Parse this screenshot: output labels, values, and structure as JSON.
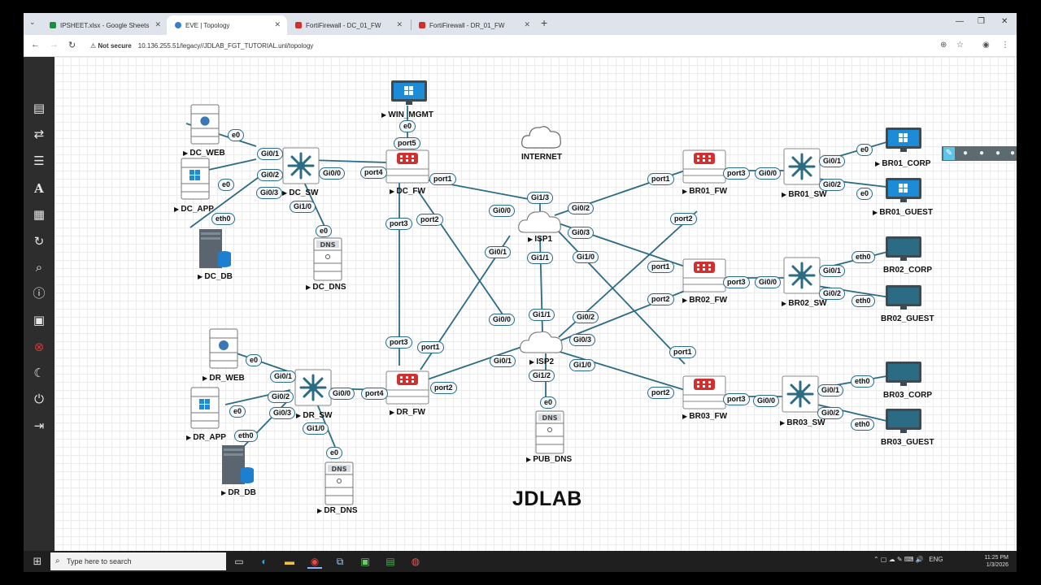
{
  "browser": {
    "tabs": [
      {
        "label": "IPSHEET.xlsx - Google Sheets",
        "icon": "sheets-icon",
        "color": "#1e8e3e",
        "active": false
      },
      {
        "label": "EVE | Topology",
        "icon": "eve-icon",
        "color": "#3a7bd5",
        "active": true
      },
      {
        "label": "FortiFirewall - DC_01_FW",
        "icon": "forti-icon",
        "color": "#d32f2f",
        "active": false
      },
      {
        "label": "FortiFirewall - DR_01_FW",
        "icon": "forti-icon",
        "color": "#d32f2f",
        "active": false
      }
    ],
    "close_glyph": "✕",
    "new_tab_glyph": "+",
    "security_label": "⚠ Not secure",
    "url": "10.136.255.51/legacy//JDLAB_FGT_TUTORIAL.unl/topology"
  },
  "topology": {
    "watermark": "JDLAB",
    "nodes": [
      {
        "id": "win_mgmt",
        "label": "WIN_MGMT",
        "type": "monitor"
      },
      {
        "id": "internet",
        "label": "INTERNET",
        "type": "cloud"
      },
      {
        "id": "dc_web",
        "label": "DC_WEB",
        "type": "server-web"
      },
      {
        "id": "dc_app",
        "label": "DC_APP",
        "type": "server-app"
      },
      {
        "id": "dc_db",
        "label": "DC_DB",
        "type": "server-db"
      },
      {
        "id": "dc_sw",
        "label": "DC_SW",
        "type": "switch"
      },
      {
        "id": "dc_dns",
        "label": "DC_DNS",
        "type": "server-dns"
      },
      {
        "id": "dc_fw",
        "label": "DC_FW",
        "type": "firewall"
      },
      {
        "id": "isp1",
        "label": "ISP1",
        "type": "cloud"
      },
      {
        "id": "isp2",
        "label": "ISP2",
        "type": "cloud"
      },
      {
        "id": "pub_dns",
        "label": "PUB_DNS",
        "type": "server-dns"
      },
      {
        "id": "dr_web",
        "label": "DR_WEB",
        "type": "server-web"
      },
      {
        "id": "dr_app",
        "label": "DR_APP",
        "type": "server-app"
      },
      {
        "id": "dr_db",
        "label": "DR_DB",
        "type": "server-db"
      },
      {
        "id": "dr_sw",
        "label": "DR_SW",
        "type": "switch"
      },
      {
        "id": "dr_dns",
        "label": "DR_DNS",
        "type": "server-dns"
      },
      {
        "id": "dr_fw",
        "label": "DR_FW",
        "type": "firewall"
      },
      {
        "id": "br01_fw",
        "label": "BR01_FW",
        "type": "firewall"
      },
      {
        "id": "br01_sw",
        "label": "BR01_SW",
        "type": "switch"
      },
      {
        "id": "br01_corp",
        "label": "BR01_CORP",
        "type": "monitor"
      },
      {
        "id": "br01_guest",
        "label": "BR01_GUEST",
        "type": "monitor"
      },
      {
        "id": "br02_fw",
        "label": "BR02_FW",
        "type": "firewall"
      },
      {
        "id": "br02_sw",
        "label": "BR02_SW",
        "type": "switch"
      },
      {
        "id": "br02_corp",
        "label": "BR02_CORP",
        "type": "monitor-off"
      },
      {
        "id": "br02_guest",
        "label": "BR02_GUEST",
        "type": "monitor-off"
      },
      {
        "id": "br03_fw",
        "label": "BR03_FW",
        "type": "firewall"
      },
      {
        "id": "br03_sw",
        "label": "BR03_SW",
        "type": "switch"
      },
      {
        "id": "br03_corp",
        "label": "BR03_CORP",
        "type": "monitor-off"
      },
      {
        "id": "br03_guest",
        "label": "BR03_GUEST",
        "type": "monitor-off"
      }
    ],
    "ports": [
      "e0",
      "Gi0/1",
      "Gi0/2",
      "e0",
      "Gi0/3",
      "Gi0/0",
      "eth0",
      "Gi1/0",
      "e0",
      "port5",
      "e0",
      "port4",
      "port1",
      "port3",
      "port2",
      "Gi1/3",
      "Gi0/0",
      "Gi0/1",
      "Gi1/1",
      "Gi1/1",
      "Gi0/0",
      "Gi0/2",
      "Gi0/3",
      "Gi1/0",
      "Gi0/2",
      "Gi0/3",
      "Gi1/0",
      "Gi0/1",
      "Gi1/2",
      "e0",
      "port1",
      "port3",
      "port2",
      "port1",
      "port3",
      "port2",
      "port1",
      "port3",
      "port2",
      "Gi0/0",
      "Gi0/1",
      "Gi0/2",
      "e0",
      "e0",
      "Gi0/0",
      "Gi0/1",
      "Gi0/2",
      "eth0",
      "eth0",
      "Gi0/0",
      "Gi0/1",
      "Gi0/2",
      "eth0",
      "eth0",
      "e0",
      "Gi0/1",
      "Gi0/2",
      "e0",
      "Gi0/3",
      "Gi0/0",
      "eth0",
      "Gi1/0",
      "e0",
      "port3",
      "port1",
      "port4",
      "port2"
    ]
  },
  "taskbar": {
    "search_placeholder": "Type here to search",
    "lang": "ENG",
    "time": "11:25 PM",
    "date": "1/3/2026"
  }
}
